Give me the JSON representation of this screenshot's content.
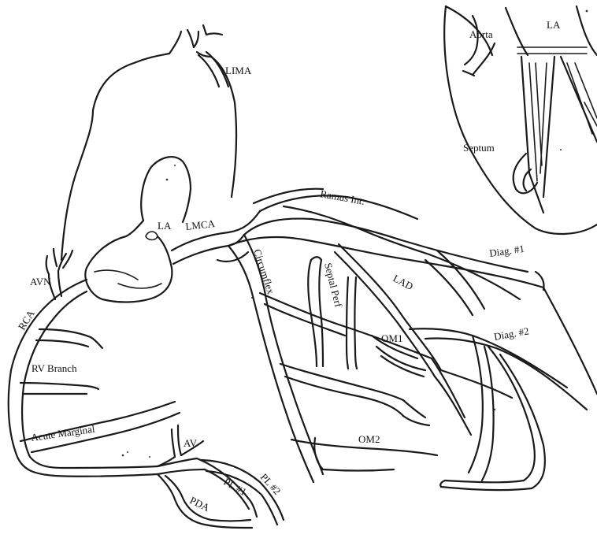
{
  "colors": {
    "ink": "#1a1a1a",
    "background": "#ffffff"
  },
  "labels": {
    "lima": "LIMA",
    "aorta": "Aorta",
    "la_inset": "LA",
    "septum": "Septum",
    "ramus": "Ramus Int.",
    "la_main": "LA",
    "lmca": "LMCA",
    "circumflex": "Circumflex",
    "septal_perf": "Septal Perf",
    "lad": "LAD",
    "diag1": "Diag. #1",
    "diag2": "Diag. #2",
    "om1": "OM1",
    "om2": "OM2",
    "avn": "AVN",
    "rca": "RCA",
    "rv_branch": "RV Branch",
    "acute_marginal": "Acute Marginal",
    "av": "AV",
    "pl1": "PL #1",
    "pl2": "PL #2",
    "pda": "PDA"
  }
}
